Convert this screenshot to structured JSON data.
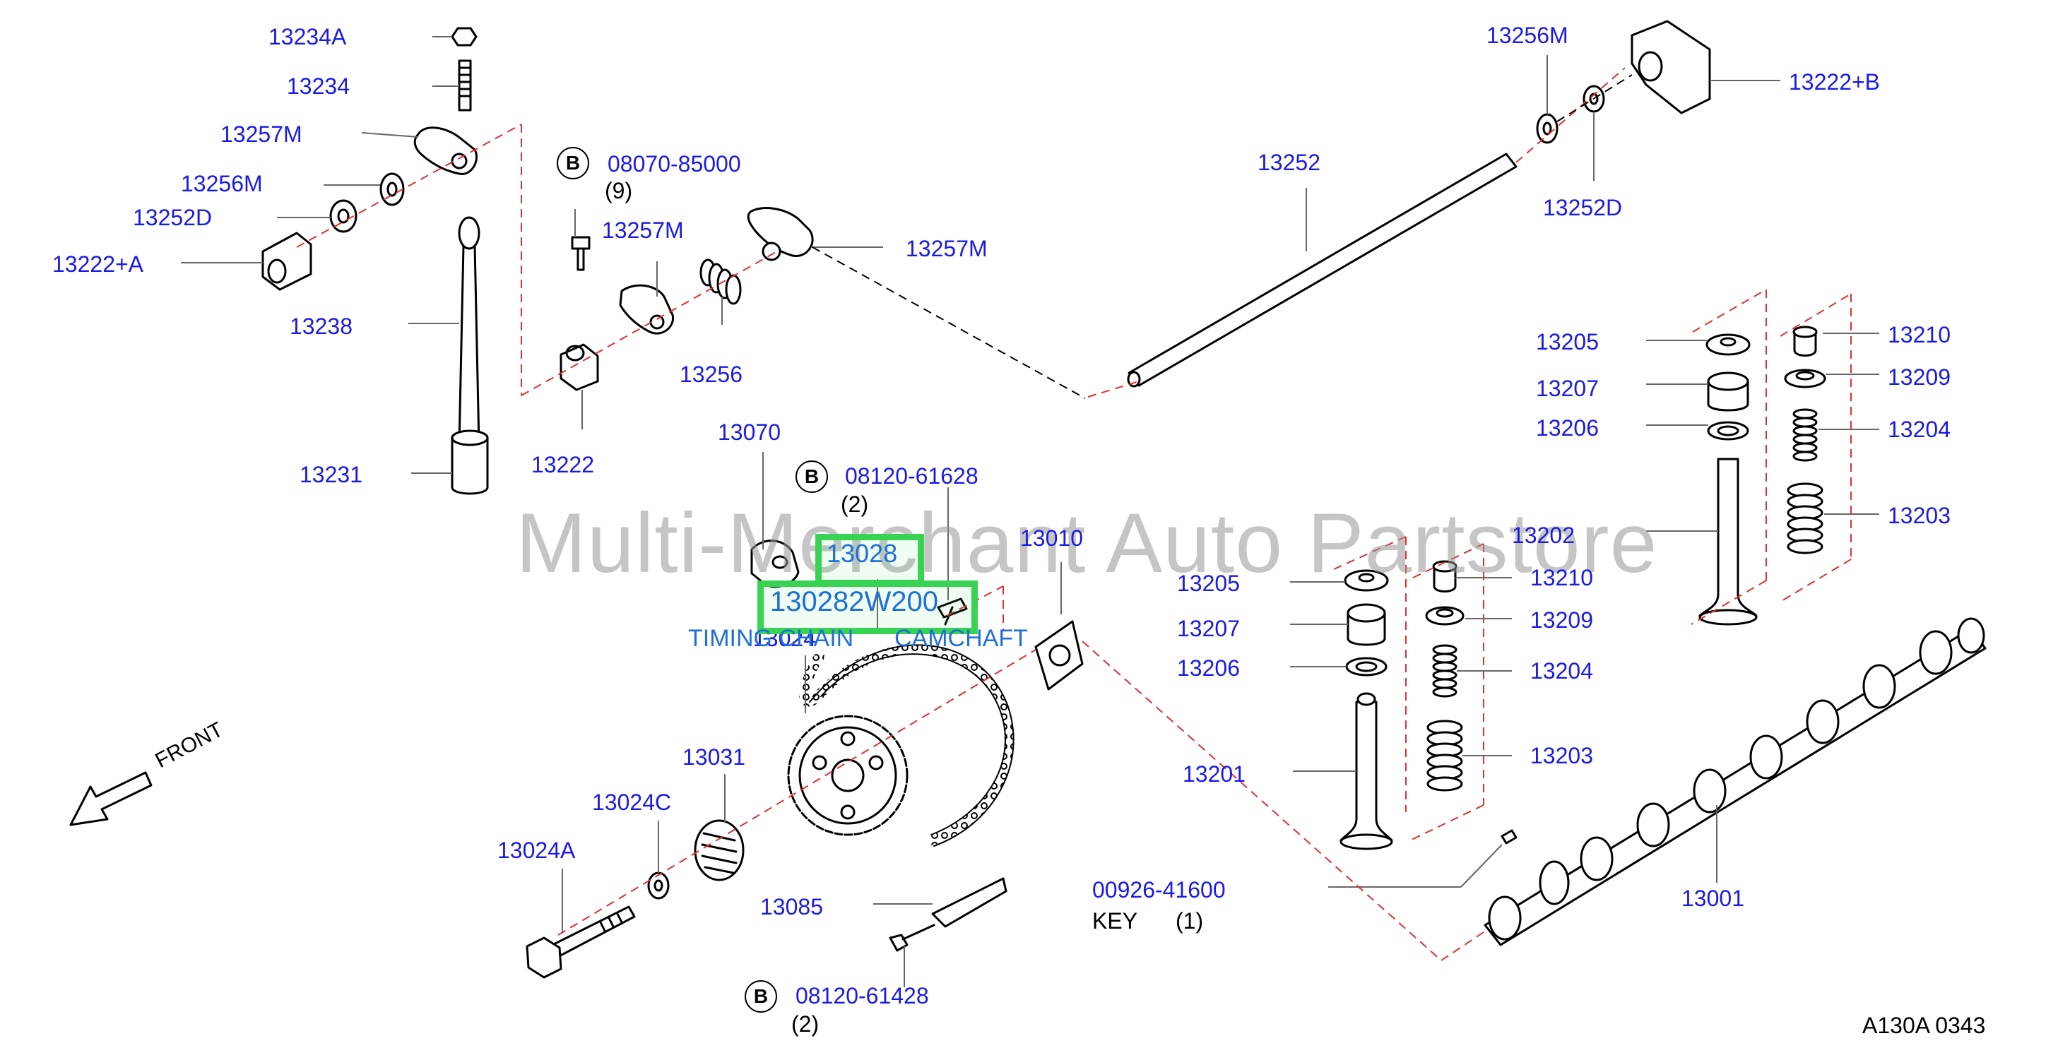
{
  "diagram": {
    "watermark": "Multi-Merchant Auto Partstore",
    "code": "A130A 0343",
    "front_label": "FRONT",
    "part_numbers": {
      "p13234A": "13234A",
      "p13234": "13234",
      "p13257M_a": "13257M",
      "p13256M_a": "13256M",
      "p13252D_a": "13252D",
      "p13222A": "13222+A",
      "p13238": "13238",
      "p13231": "13231",
      "p13257M_b": "13257M",
      "p13257M_c": "13257M",
      "p13256": "13256",
      "p13222": "13222",
      "p13256M_b": "13256M",
      "p13222B": "13222+B",
      "p13252": "13252",
      "p13252D_b": "13252D",
      "p13205_a": "13205",
      "p13207_a": "13207",
      "p13206_a": "13206",
      "p13202": "13202",
      "p13210_a": "13210",
      "p13209_a": "13209",
      "p13204_a": "13204",
      "p13203_a": "13203",
      "p13070": "13070",
      "p13010": "13010",
      "p13205_b": "13205",
      "p13207_b": "13207",
      "p13206_b": "13206",
      "p13201": "13201",
      "p13210_b": "13210",
      "p13209_b": "13209",
      "p13204_b": "13204",
      "p13203_b": "13203",
      "p13024": "13024",
      "p13031": "13031",
      "p13024C": "13024C",
      "p13024A": "13024A",
      "p13085": "13085",
      "p00926": "00926-41600",
      "p13001": "13001"
    },
    "bolts": [
      {
        "marker": "B",
        "number": "08070-85000",
        "qty": "(9)"
      },
      {
        "marker": "B",
        "number": "08120-61628",
        "qty": "(2)"
      },
      {
        "marker": "B",
        "number": "08120-61428",
        "qty": "(2)"
      }
    ],
    "key_label": "KEY",
    "key_qty": "(1)",
    "highlights": {
      "chain_number": "13028",
      "sprocket_number": "130282W200",
      "timing_chain": "TIMING CHAIN",
      "camshaft": "CAMCHAFT"
    }
  }
}
